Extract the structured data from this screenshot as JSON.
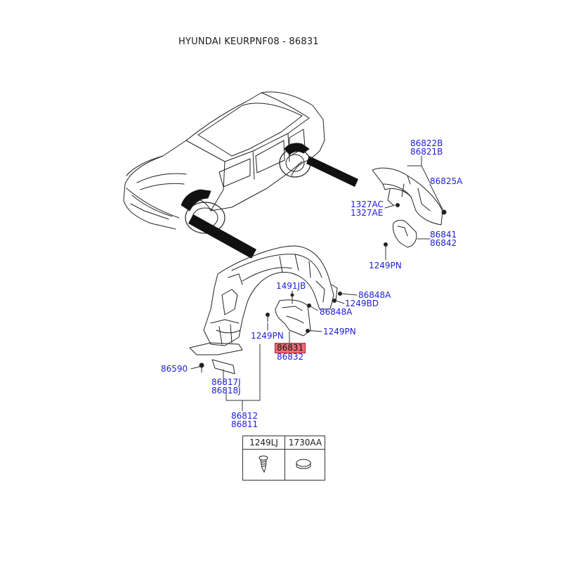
{
  "header": {
    "title": "HYUNDAI KEURPNF08 - 86831"
  },
  "colors": {
    "label": "#1d1ddb",
    "highlight": "#f26a75",
    "line": "#333333"
  },
  "labels": {
    "p86822B": "86822B",
    "p86821B": "86821B",
    "p86825A": "86825A",
    "p1327AC": "1327AC",
    "p1327AE": "1327AE",
    "p86841": "86841",
    "p86842": "86842",
    "p1249PN_a": "1249PN",
    "p1491JB": "1491JB",
    "p86848A_a": "86848A",
    "p1249BD": "1249BD",
    "p86848A_b": "86848A",
    "p1249PN_b": "1249PN",
    "p1249PN_c": "1249PN",
    "p86831": "86831",
    "p86832": "86832",
    "p86590": "86590",
    "p86817J": "86817J",
    "p86818J": "86818J",
    "p86812": "86812",
    "p86811": "86811"
  },
  "legend_table": {
    "col1_header": "1249LJ",
    "col2_header": "1730AA",
    "col1_icon": "screw-icon",
    "col2_icon": "plug-cap-icon"
  }
}
